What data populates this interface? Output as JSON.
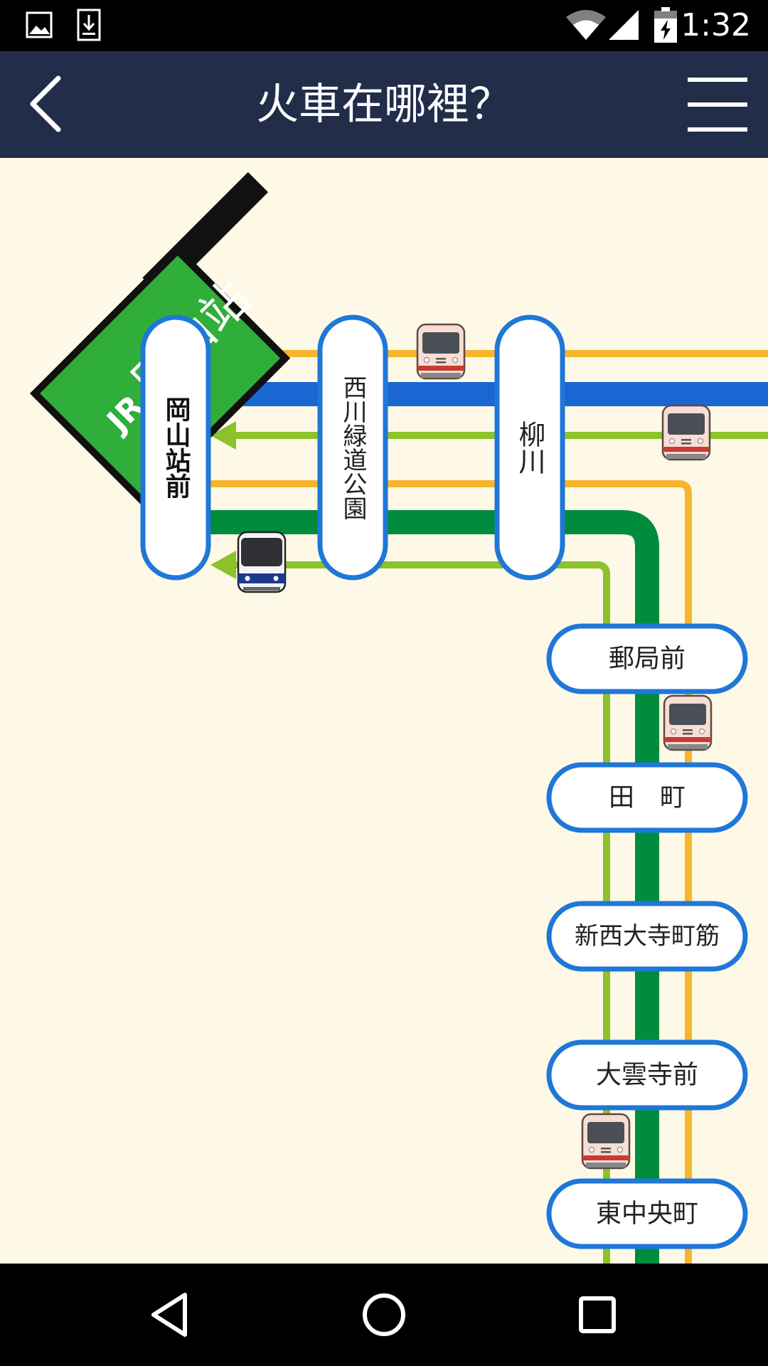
{
  "status_bar": {
    "time": "1:32"
  },
  "app_bar": {
    "title": "火車在哪裡？"
  },
  "map": {
    "jr_station_label": "岡山站",
    "jr_logo_text": "JR",
    "vertical_stations": [
      "岡山站前",
      "西川緑道公園",
      "柳川"
    ],
    "horizontal_stations": [
      "郵局前",
      "田　町",
      "新西大寺町筋",
      "大雲寺前",
      "東中央町"
    ]
  },
  "colors": {
    "app_bar": "#212d49",
    "map_background": "#fdf9e6",
    "blue_line": "#1a66d2",
    "green_line": "#008c3c",
    "lime_line": "#8cc22a",
    "orange_line": "#f6b52b",
    "station_border": "#1f77d8",
    "jr_green": "#2fae3a"
  },
  "icons": [
    "photo-icon",
    "download-icon",
    "wifi-icon",
    "signal-icon",
    "battery-charging-icon",
    "chevron-left-icon",
    "hamburger-menu-icon",
    "tram-icon",
    "back-triangle-icon",
    "home-circle-icon",
    "recents-square-icon"
  ]
}
